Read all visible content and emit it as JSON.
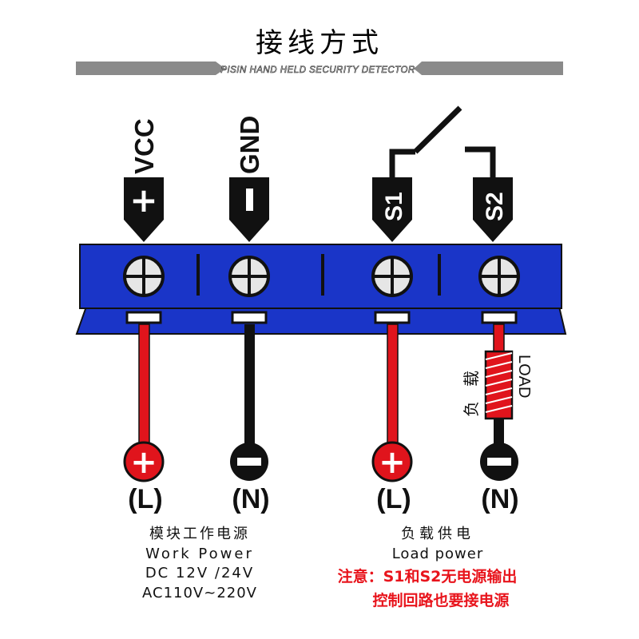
{
  "title": "接线方式",
  "banner": "PISIN HAND HELD SECURITY DETECTOR",
  "terminals": [
    {
      "label": "VCC",
      "sign": "+"
    },
    {
      "label": "GND",
      "sign": "−"
    },
    {
      "label": "S1"
    },
    {
      "label": "S2"
    }
  ],
  "load": {
    "cn": "负载",
    "en": "LOAD"
  },
  "bottom": [
    {
      "sign": "+",
      "label": "(L)"
    },
    {
      "sign": "−",
      "label": "(N)"
    },
    {
      "sign": "+",
      "label": "(L)"
    },
    {
      "sign": "−",
      "label": "(N)"
    }
  ],
  "left_caption": {
    "line1": "模块工作电源",
    "line2": "Work Power",
    "line3": "DC 12V /24V",
    "line4": "AC110V~220V"
  },
  "right_caption": {
    "line1": "负载供电",
    "line2": "Load power"
  },
  "note": {
    "line1": "注意：S1和S2无电源输出",
    "line2": "控制回路也要接电源"
  },
  "colors": {
    "terminal_blue": "#1a35c8",
    "wire_red": "#e0141c",
    "wire_black": "#111111",
    "note_red": "#e8141c"
  }
}
